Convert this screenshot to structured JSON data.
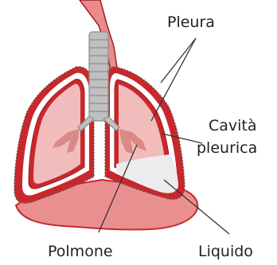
{
  "labels": {
    "pleura": "Pleura",
    "cavity_line1": "Cavità",
    "cavity_line2": "pleurica",
    "lung": "Polmone",
    "fluid": "Liquido"
  },
  "colors": {
    "membrane": "#c8282c",
    "membrane_dark": "#a01d22",
    "lung_fill": "#f2bcbc",
    "lung_fill_light": "#fbe3e3",
    "trachea": "#bfbfbf",
    "trachea_dark": "#8c8c8c",
    "esophagus": "#e98b8b",
    "diaphragm": "#ea8f8f",
    "fluid": "#ececef",
    "bronchi": "#d98a86",
    "leader": "#333333"
  }
}
